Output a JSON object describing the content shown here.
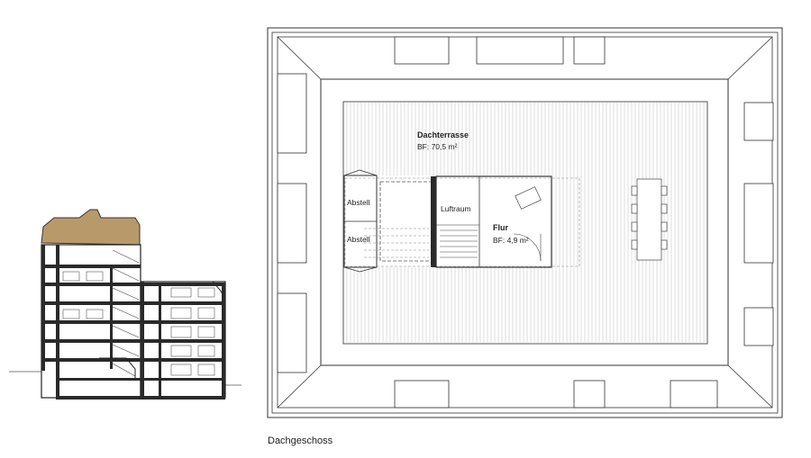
{
  "plan": {
    "rooms": {
      "dachterrasse": {
        "name": "Dachterrasse",
        "area": "BF:  70,5 m²"
      },
      "flur": {
        "name": "Flur",
        "area": "BF:  4,9 m²"
      },
      "luftraum": {
        "name": "Luftraum"
      },
      "abstell_1": {
        "name": "Abstell"
      },
      "abstell_2": {
        "name": "Abstell"
      }
    }
  },
  "caption": "Dachgeschoss",
  "colors": {
    "roof_accent": "#b89a6a",
    "line": "#333333",
    "wall": "#2a2a2a"
  }
}
